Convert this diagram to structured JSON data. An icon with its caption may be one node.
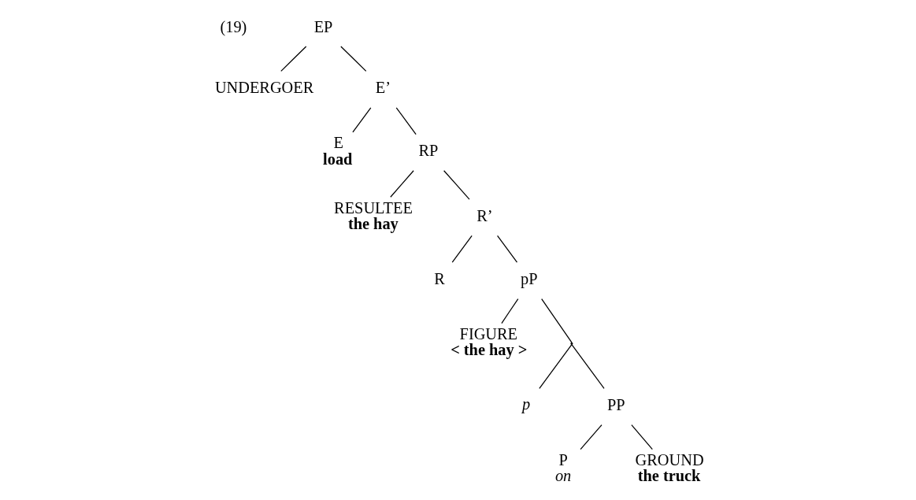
{
  "diagram": {
    "nodes": [
      {
        "text": [
          "EP"
        ]
      },
      {
        "text": [
          "UNDERGOER"
        ]
      },
      {
        "text": [
          "E’"
        ]
      },
      {
        "text": [
          "E",
          "load"
        ]
      },
      {
        "text": [
          "RP"
        ]
      },
      {
        "text": [
          "RESULTEE",
          "the hay"
        ]
      },
      {
        "text": [
          "R’"
        ]
      },
      {
        "text": [
          "R"
        ]
      },
      {
        "text": [
          "pP"
        ]
      },
      {
        "text": [
          "FIGURE",
          "< the hay >"
        ]
      },
      {
        "text": [],
        "shape": "point"
      },
      {
        "text": [
          "p"
        ]
      },
      {
        "text": [
          "PP"
        ]
      },
      {
        "text": [
          "P",
          "on"
        ]
      },
      {
        "text": [
          "GROUND",
          "the truck"
        ]
      }
    ],
    "edges": [
      {
        "from": 0,
        "to": 1,
        "arrow": "none"
      },
      {
        "from": 0,
        "to": 2,
        "arrow": "none"
      },
      {
        "from": 2,
        "to": 3,
        "arrow": "none"
      },
      {
        "from": 2,
        "to": 4,
        "arrow": "none"
      },
      {
        "from": 4,
        "to": 5,
        "arrow": "none"
      },
      {
        "from": 4,
        "to": 6,
        "arrow": "none"
      },
      {
        "from": 6,
        "to": 7,
        "arrow": "none"
      },
      {
        "from": 6,
        "to": 8,
        "arrow": "none"
      },
      {
        "from": 8,
        "to": 9,
        "arrow": "none"
      },
      {
        "from": 8,
        "to": 10,
        "arrow": "none"
      },
      {
        "from": 10,
        "to": 11,
        "arrow": "none"
      },
      {
        "from": 10,
        "to": 12,
        "arrow": "none"
      },
      {
        "from": 12,
        "to": 13,
        "arrow": "none"
      },
      {
        "from": 12,
        "to": 14,
        "arrow": "none"
      }
    ],
    "labels": [
      "(19)"
    ]
  }
}
